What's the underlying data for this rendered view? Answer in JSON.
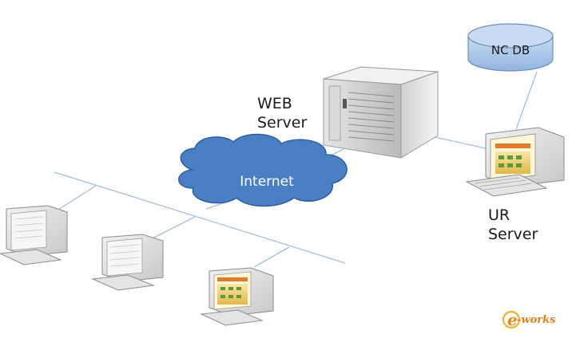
{
  "nodes": {
    "web_server": {
      "label_line1": "WEB",
      "label_line2": "Server"
    },
    "ur_server": {
      "label_line1": "UR",
      "label_line2": "Server"
    },
    "database": {
      "label": "NC DB"
    },
    "internet": {
      "label": "Internet"
    }
  },
  "watermark": {
    "text": "e-works"
  },
  "colors": {
    "cloud": "#4a7fc4",
    "cloud_stroke": "#2f5f9e",
    "db": "#9cc0e8",
    "network_line": "#a6bfdc",
    "server_body": "#e8e8e8"
  }
}
